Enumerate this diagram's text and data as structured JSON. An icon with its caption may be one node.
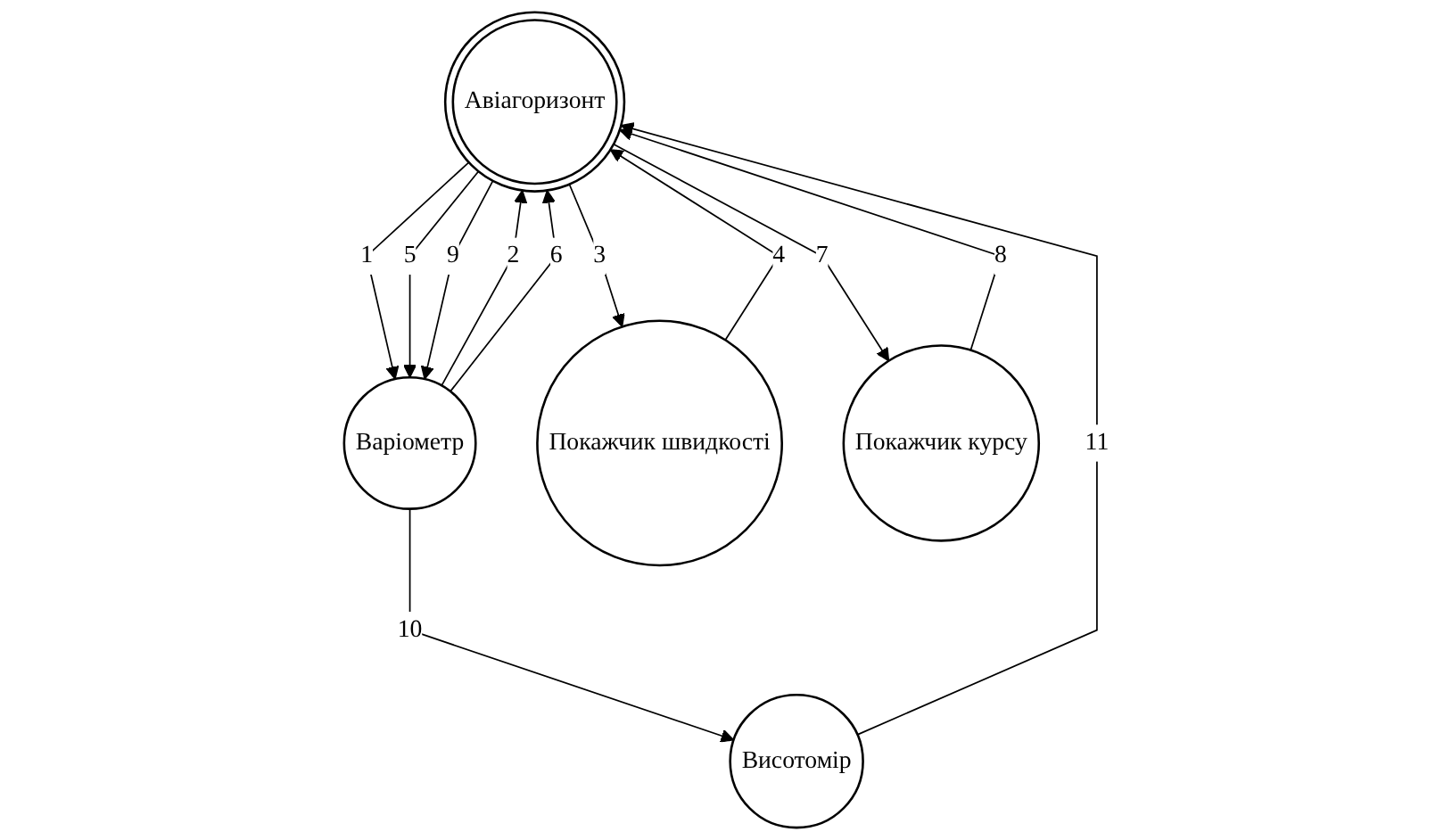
{
  "diagram": {
    "nodes": [
      {
        "text": [
          "Авіагоризонт"
        ]
      },
      {
        "text": [
          "Варіометр"
        ]
      },
      {
        "text": [
          "Покажчик швидкості"
        ]
      },
      {
        "text": [
          "Покажчик курсу"
        ]
      },
      {
        "text": [
          "Висотомір"
        ]
      }
    ],
    "edges": [
      {
        "from": 0,
        "to": 1,
        "arrow": "to",
        "label": "1"
      },
      {
        "from": 1,
        "to": 0,
        "arrow": "to",
        "label": "2"
      },
      {
        "from": 0,
        "to": 2,
        "arrow": "to",
        "label": "3"
      },
      {
        "from": 2,
        "to": 0,
        "arrow": "to",
        "label": "4"
      },
      {
        "from": 0,
        "to": 1,
        "arrow": "to",
        "label": "5"
      },
      {
        "from": 1,
        "to": 0,
        "arrow": "to",
        "label": "6"
      },
      {
        "from": 0,
        "to": 3,
        "arrow": "to",
        "label": "7"
      },
      {
        "from": 3,
        "to": 0,
        "arrow": "to",
        "label": "8"
      },
      {
        "from": 0,
        "to": 1,
        "arrow": "to",
        "label": "9"
      },
      {
        "from": 1,
        "to": 4,
        "arrow": "to",
        "label": "10"
      },
      {
        "from": 4,
        "to": 0,
        "arrow": "to",
        "label": "11"
      }
    ]
  }
}
